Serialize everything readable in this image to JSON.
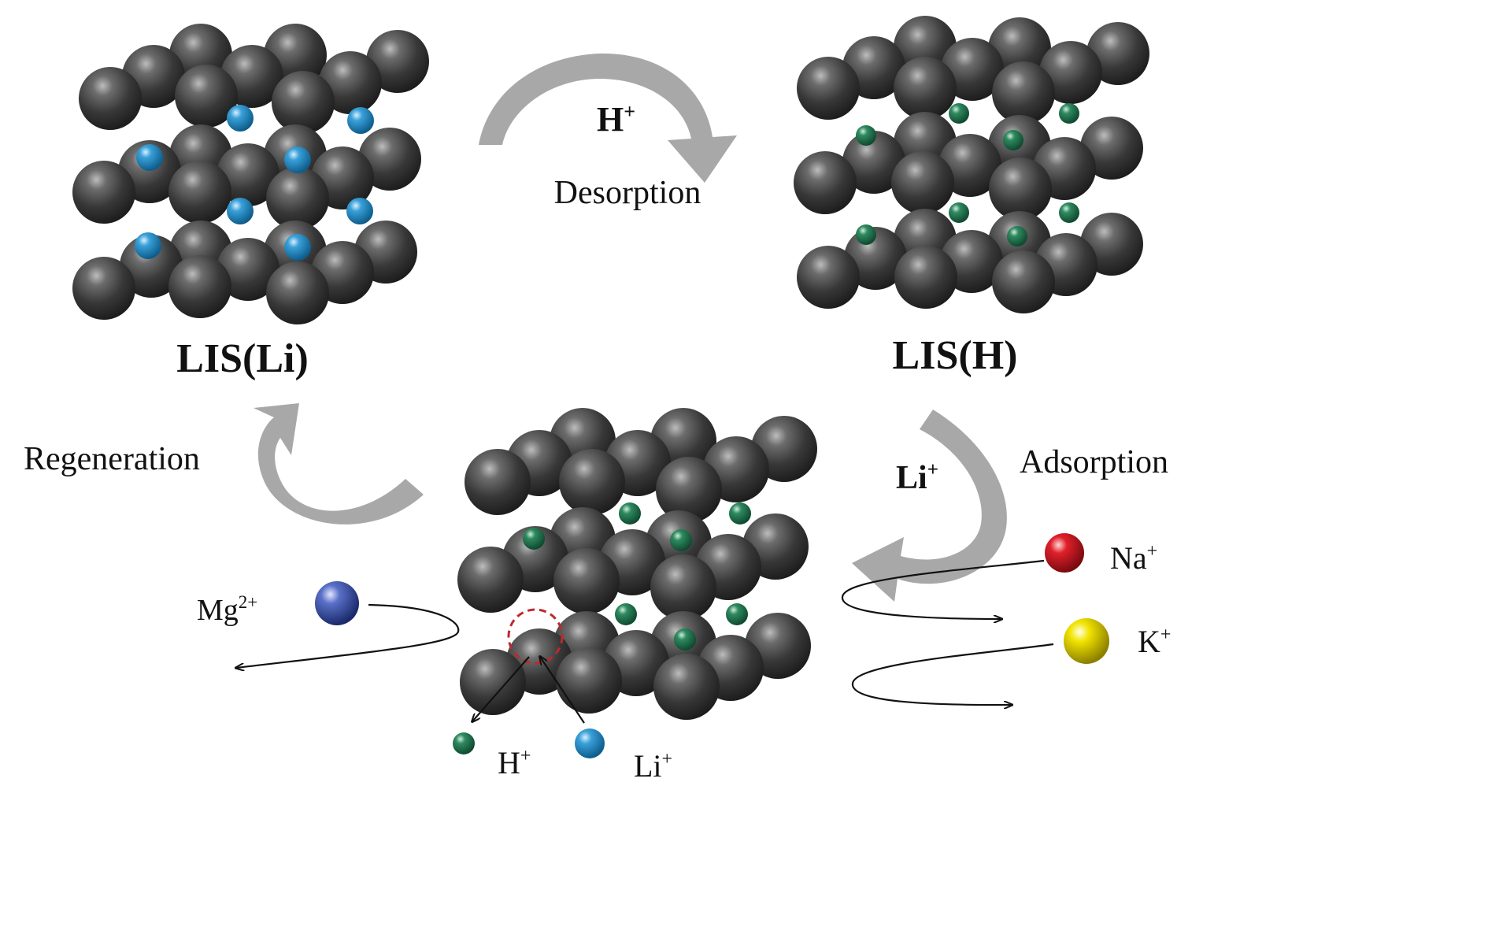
{
  "labels": {
    "lis_li": "LIS(Li)",
    "lis_h": "LIS(H)",
    "desorption": "Desorption",
    "adsorption": "Adsorption",
    "regeneration": "Regeneration",
    "h_ion": "H",
    "li_ion": "Li",
    "na_ion": "Na",
    "k_ion": "K",
    "mg_ion": "Mg",
    "mg_charge": "2+",
    "plus": "+"
  },
  "colors": {
    "framework_sphere": "#3a3a3a",
    "lithium_ion": "#1f7fb8",
    "hydrogen_ion": "#1f6b4a",
    "sodium_ion": "#c8141e",
    "potassium_ion": "#e8d800",
    "magnesium_ion": "#3a4fa0",
    "arrow": "#a8a8a8",
    "highlight_circle": "#c0282c"
  }
}
